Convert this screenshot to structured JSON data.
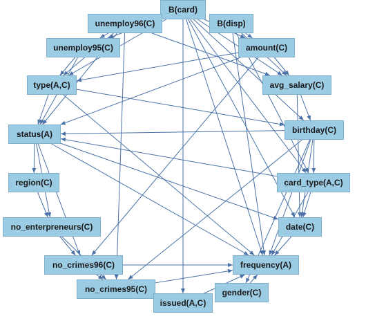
{
  "nodes": {
    "b_card": "B(card)",
    "unemploy96": "unemploy96(C)",
    "b_disp": "B(disp)",
    "unemploy95": "unemploy95(C)",
    "amount": "amount(C)",
    "type": "type(A,C)",
    "avg_salary": "avg_salary(C)",
    "status": "status(A)",
    "birthday": "birthday(C)",
    "region": "region(C)",
    "card_type": "card_type(A,C)",
    "no_enterpreneurs": "no_enterpreneurs(C)",
    "date": "date(C)",
    "no_crimes96": "no_crimes96(C)",
    "frequency": "frequency(A)",
    "no_crimes95": "no_crimes95(C)",
    "gender": "gender(C)",
    "issued": "issued(A,C)"
  },
  "colors": {
    "node_fill": "#9ccbe4",
    "node_border": "#7eaecb",
    "edge": "#4a72a8"
  },
  "edges": [
    [
      "b_card",
      "unemploy96"
    ],
    [
      "b_card",
      "unemploy95"
    ],
    [
      "b_card",
      "type"
    ],
    [
      "b_card",
      "amount"
    ],
    [
      "b_card",
      "avg_salary"
    ],
    [
      "b_card",
      "birthday"
    ],
    [
      "b_card",
      "card_type"
    ],
    [
      "b_card",
      "date"
    ],
    [
      "b_card",
      "frequency"
    ],
    [
      "b_card",
      "issued"
    ],
    [
      "b_disp",
      "amount"
    ],
    [
      "b_disp",
      "avg_salary"
    ],
    [
      "b_disp",
      "card_type"
    ],
    [
      "b_disp",
      "frequency"
    ],
    [
      "unemploy96",
      "unemploy95"
    ],
    [
      "unemploy96",
      "avg_salary"
    ],
    [
      "unemploy96",
      "type"
    ],
    [
      "unemploy96",
      "status"
    ],
    [
      "unemploy96",
      "no_crimes95"
    ],
    [
      "unemploy95",
      "type"
    ],
    [
      "unemploy95",
      "status"
    ],
    [
      "amount",
      "type"
    ],
    [
      "amount",
      "status"
    ],
    [
      "amount",
      "avg_salary"
    ],
    [
      "amount",
      "no_crimes96"
    ],
    [
      "type",
      "birthday"
    ],
    [
      "type",
      "status"
    ],
    [
      "type",
      "frequency"
    ],
    [
      "avg_salary",
      "birthday"
    ],
    [
      "avg_salary",
      "date"
    ],
    [
      "birthday",
      "status"
    ],
    [
      "birthday",
      "card_type"
    ],
    [
      "birthday",
      "date"
    ],
    [
      "birthday",
      "frequency"
    ],
    [
      "birthday",
      "gender"
    ],
    [
      "birthday",
      "no_crimes95"
    ],
    [
      "card_type",
      "status"
    ],
    [
      "card_type",
      "date"
    ],
    [
      "card_type",
      "frequency"
    ],
    [
      "status",
      "region"
    ],
    [
      "status",
      "no_enterpreneurs"
    ],
    [
      "status",
      "no_crimes96"
    ],
    [
      "status",
      "frequency"
    ],
    [
      "status",
      "date"
    ],
    [
      "region",
      "no_enterpreneurs"
    ],
    [
      "no_enterpreneurs",
      "no_crimes96"
    ],
    [
      "no_enterpreneurs",
      "no_crimes95"
    ],
    [
      "no_crimes96",
      "frequency"
    ],
    [
      "no_crimes96",
      "no_crimes95"
    ],
    [
      "no_crimes95",
      "frequency"
    ],
    [
      "no_crimes95",
      "issued"
    ],
    [
      "gender",
      "frequency"
    ],
    [
      "date",
      "frequency"
    ],
    [
      "issued",
      "frequency"
    ]
  ]
}
